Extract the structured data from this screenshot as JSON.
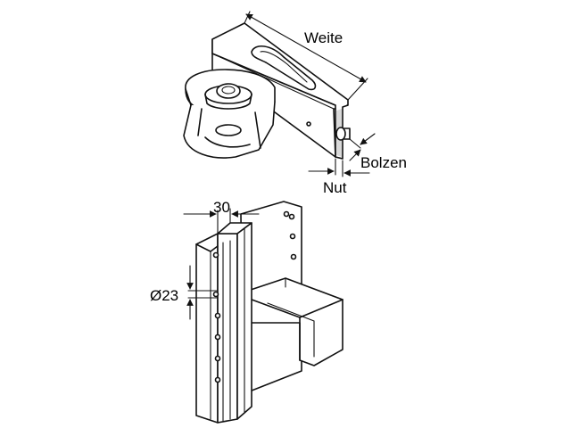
{
  "labels": {
    "width": "Weite",
    "bolt": "Bolzen",
    "groove": "Nut",
    "slot_width": "30",
    "hole_diameter": "Ø23"
  }
}
